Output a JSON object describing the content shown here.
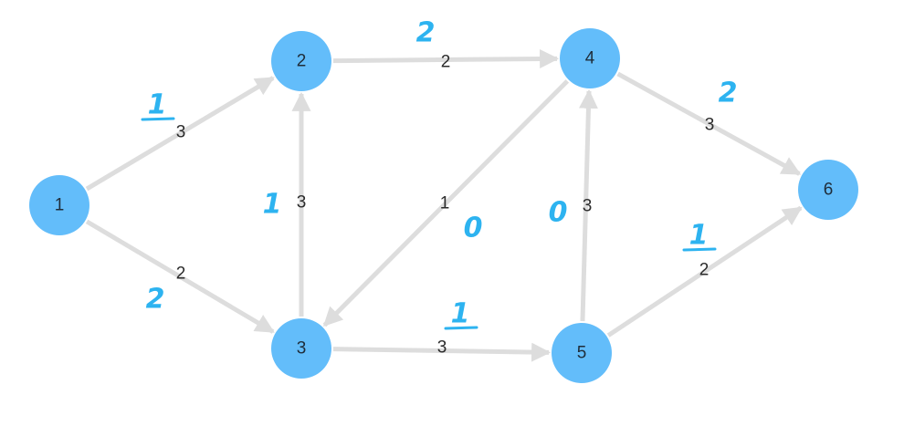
{
  "graph": {
    "nodes": [
      {
        "id": "1",
        "label": "1"
      },
      {
        "id": "2",
        "label": "2"
      },
      {
        "id": "3",
        "label": "3"
      },
      {
        "id": "4",
        "label": "4"
      },
      {
        "id": "5",
        "label": "5"
      },
      {
        "id": "6",
        "label": "6"
      }
    ],
    "edges": [
      {
        "from": "1",
        "to": "2",
        "weight": "3",
        "flow": "1"
      },
      {
        "from": "1",
        "to": "3",
        "weight": "2",
        "flow": "2"
      },
      {
        "from": "2",
        "to": "4",
        "weight": "2",
        "flow": "2"
      },
      {
        "from": "3",
        "to": "2",
        "weight": "3",
        "flow": "1"
      },
      {
        "from": "4",
        "to": "3",
        "weight": "1",
        "flow": "0"
      },
      {
        "from": "3",
        "to": "5",
        "weight": "3",
        "flow": "1"
      },
      {
        "from": "5",
        "to": "4",
        "weight": "3",
        "flow": "0"
      },
      {
        "from": "4",
        "to": "6",
        "weight": "3",
        "flow": "2"
      },
      {
        "from": "5",
        "to": "6",
        "weight": "2",
        "flow": "1"
      }
    ]
  },
  "colors": {
    "node_fill": "#63bdfa",
    "edge": "#dddddd",
    "annotation": "#2db3f0"
  }
}
